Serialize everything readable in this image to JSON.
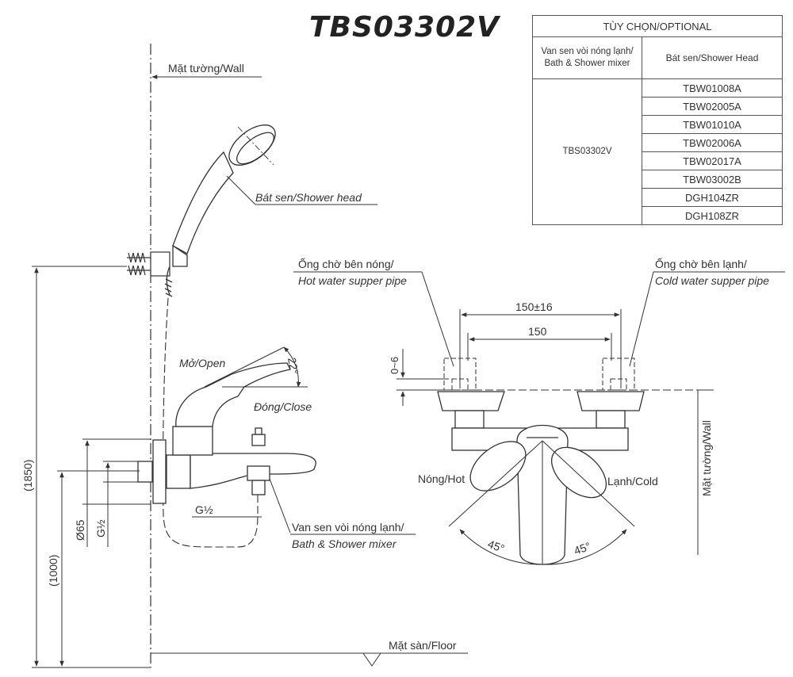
{
  "title": "TBS03302V",
  "optional_table": {
    "header": "TÙY CHỌN/OPTIONAL",
    "col1_header": "Van sen vòi nóng lạnh/ Bath & Shower mixer",
    "col2_header": "Bát sen/Shower Head",
    "mixer_model": "TBS03302V",
    "shower_heads": [
      "TBW01008A",
      "TBW02005A",
      "TBW01010A",
      "TBW02006A",
      "TBW02017A",
      "TBW03002B",
      "DGH104ZR",
      "DGH108ZR"
    ]
  },
  "labels": {
    "wall_top": "Mặt tường/Wall",
    "shower_head": "Bát sen/Shower head",
    "open": "Mở/Open",
    "close": "Đóng/Close",
    "angle_22": "22°",
    "g_half_bottom": "G½",
    "phi65": "Ø65",
    "g_half_side": "G½",
    "dim_1850": "(1850)",
    "dim_1000": "(1000)",
    "mixer_vi": "Van sen vòi nóng lạnh/",
    "mixer_en": "Bath & Shower mixer",
    "floor": "Mặt sàn/Floor",
    "hot_pipe_vi": "Ống chờ bên nóng/",
    "hot_pipe_en": "Hot water supper pipe",
    "cold_pipe_vi": "Ống chờ bên lạnh/",
    "cold_pipe_en": "Cold water supper pipe",
    "dim_150_16": "150±16",
    "dim_150": "150",
    "dim_0_6": "0~6",
    "wall_right": "Mặt tường/Wall",
    "hot": "Nóng/Hot",
    "cold": "Lạnh/Cold",
    "angle_45_left": "45°",
    "angle_45_right": "45°"
  }
}
